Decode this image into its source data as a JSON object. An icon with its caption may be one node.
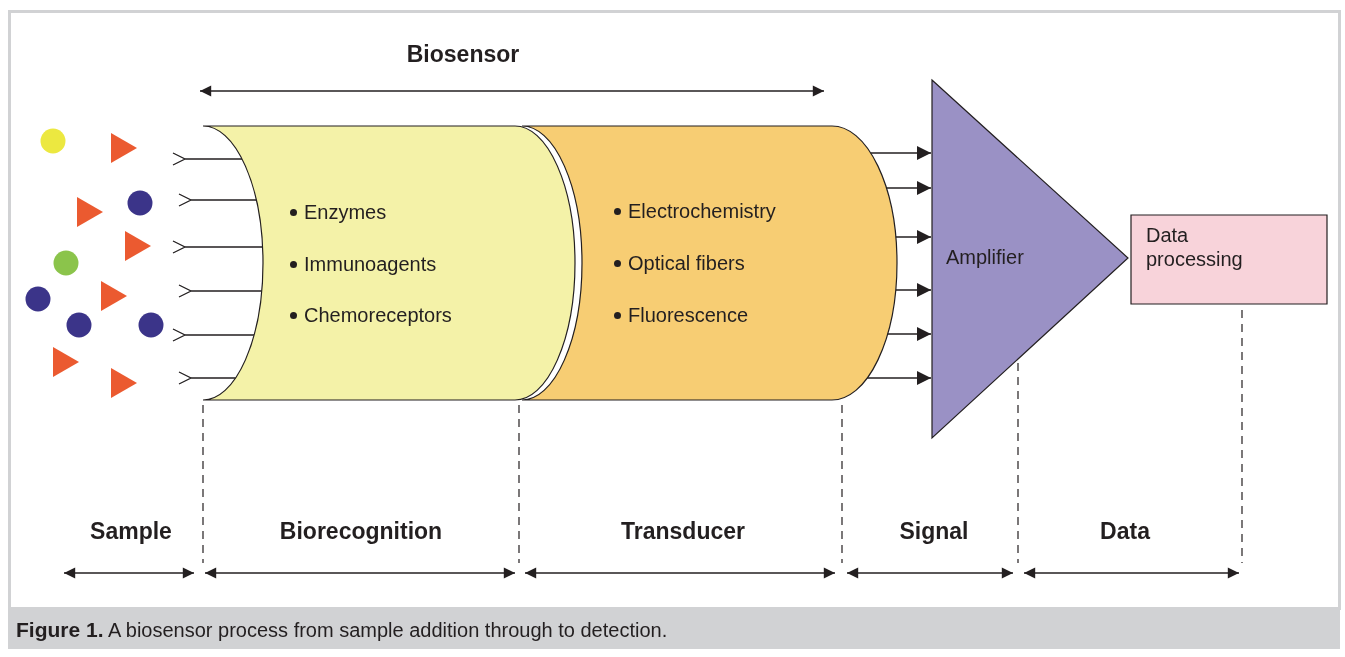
{
  "diagram": {
    "caption": "**Figure 1.** A biosensor process from sample addition through to detection.",
    "nodes": [
      {
        "text": [
          "Enzymes",
          "Immunoagents",
          "Chemoreceptors"
        ]
      },
      {
        "text": [
          "Electrochemistry",
          "Optical fibers",
          "Fluorescence"
        ]
      },
      {
        "text": [
          "Amplifier"
        ]
      },
      {
        "text": [
          "Data processing"
        ]
      }
    ],
    "edges": [
      {
        "from": 1,
        "to": 2,
        "arrow": "to"
      },
      {
        "from": 1,
        "to": 2,
        "arrow": "to"
      },
      {
        "from": 1,
        "to": 2,
        "arrow": "to"
      },
      {
        "from": 1,
        "to": 2,
        "arrow": "to"
      },
      {
        "from": 1,
        "to": 2,
        "arrow": "to"
      },
      {
        "from": 1,
        "to": 2,
        "arrow": "to"
      }
    ],
    "labels": [
      "Biosensor",
      "Sample",
      "Biorecognition",
      "Transducer",
      "Signal",
      "Data"
    ]
  }
}
